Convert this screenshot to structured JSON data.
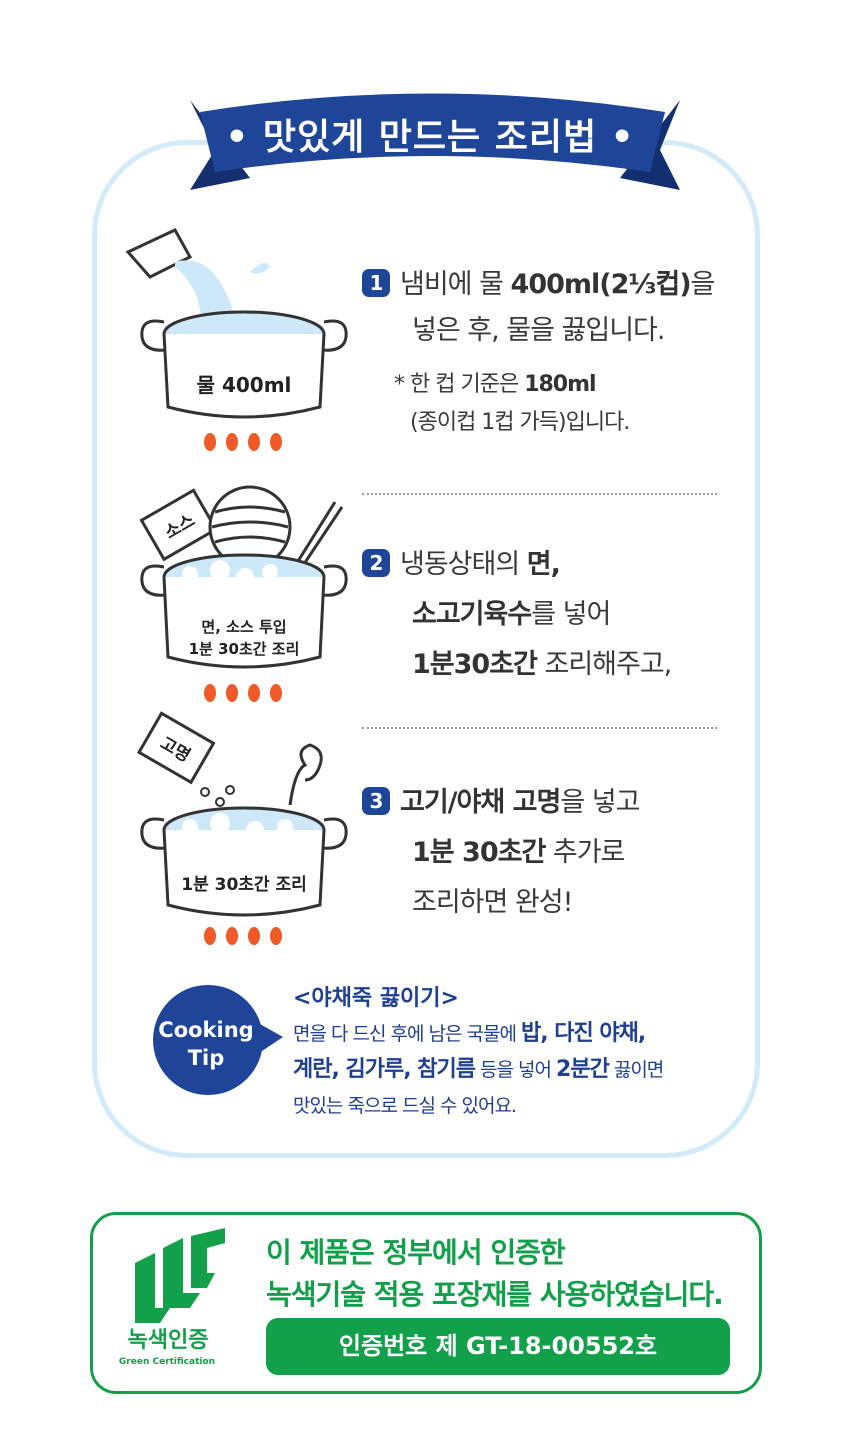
{
  "header": {
    "title": "• 맛있게 만드는 조리법 •"
  },
  "steps": [
    {
      "number": "1",
      "lines": [
        {
          "a": "냄비에 물 ",
          "b": "400ml(2⅓컵)",
          "c": "을"
        },
        {
          "a": "넣은 후, 물을 끓입니다."
        }
      ],
      "note": {
        "prefix": "* 한 컵 기준은 ",
        "bold": "180ml",
        "line2": "(종이컵 1컵 가득)입니다."
      },
      "pot_label": "물 400ml"
    },
    {
      "number": "2",
      "lines": [
        {
          "a": "냉동상태의 ",
          "b": "면,"
        },
        {
          "b": "소고기육수",
          "c": "를 넣어"
        },
        {
          "b": "1분30초간",
          "c": " 조리해주고,"
        }
      ],
      "pot_label_1": "면, 소스 투입",
      "pot_label_2": "1분 30초간 조리",
      "packet_label": "소스"
    },
    {
      "number": "3",
      "lines": [
        {
          "b": "고기/야채 고명",
          "c": "을 넣고"
        },
        {
          "b": "1분 30초간",
          "c": " 추가로"
        },
        {
          "a": "조리하면 완성!"
        }
      ],
      "pot_label": "1분 30초간 조리",
      "packet_label": "고명"
    }
  ],
  "cooking_tip": {
    "badge_1": "Cooking",
    "badge_2": "Tip",
    "title": "<야채죽 끓이기>",
    "line1_a": "면을 다 드신 후에 남은 국물에 ",
    "line1_b": "밥, 다진 야채,",
    "line2_b": "계란, 김가루, 참기름",
    "line2_c": " 등을 넣어 ",
    "line2_d": "2분간",
    "line2_e": " 끓이면",
    "line3": "맛있는 죽으로 드실 수 있어요."
  },
  "certification": {
    "logo_ko": "녹색인증",
    "logo_en": "Green Certification",
    "line1": "이 제품은 정부에서 인증한",
    "line2": "녹색기술 적용 포장재를 사용하였습니다.",
    "number": "인증번호  제 GT-18-00552호"
  },
  "colors": {
    "navy": "#1f4598",
    "light_blue": "#d3ebf9",
    "green": "#13a04a",
    "flame": "#f05a28"
  }
}
